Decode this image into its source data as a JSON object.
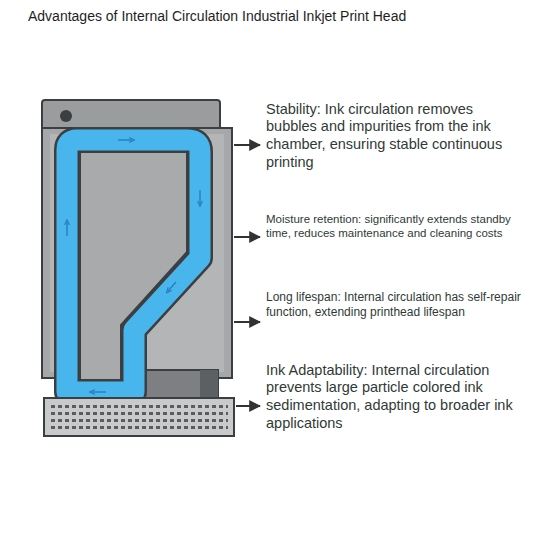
{
  "diagram": {
    "title": "Advantages of Internal Circulation Industrial Inkjet Print Head",
    "labels": [
      "Stability: Ink circulation removes bubbles and impurities from the ink chamber, ensuring stable continuous printing",
      "Moisture retention: significantly extends standby time, reduces maintenance and cleaning costs",
      "Long lifespan: Internal circulation has self-repair function, extending printhead lifespan",
      "Ink Adaptability: Internal circulation prevents large particle colored ink sedimentation, adapting to broader ink applications"
    ]
  }
}
